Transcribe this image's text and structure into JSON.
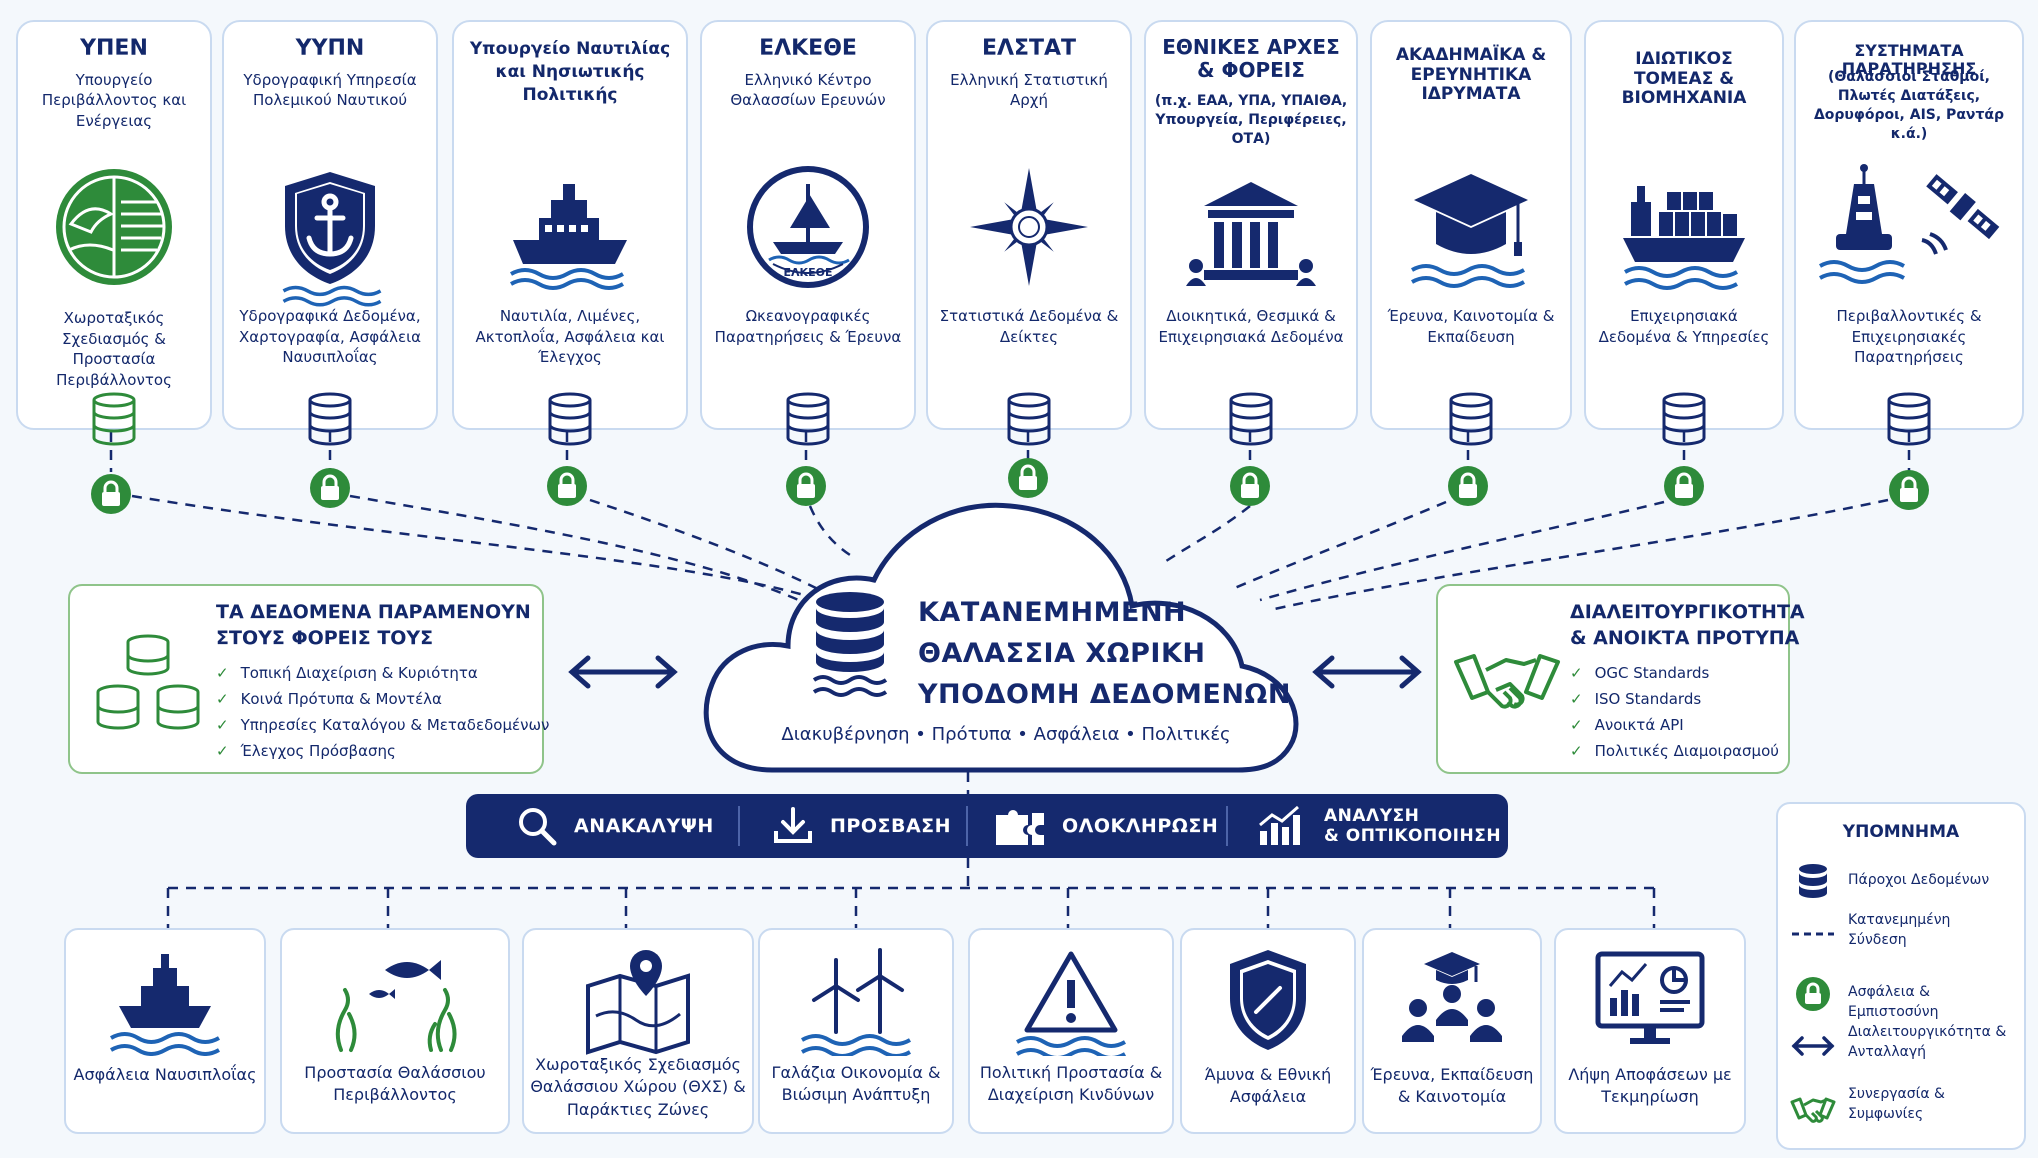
{
  "providers": [
    {
      "title": "ΥΠΕΝ",
      "subtitle": "Υπουργείο Περιβάλλοντος και Ενέργειας",
      "desc": "Χωροταξικός Σχεδιασμός & Προστασία Περιβάλλοντος",
      "icon": "green-environment-emblem-icon"
    },
    {
      "title": "ΥΥΠΝ",
      "subtitle": "Υδρογραφική Υπηρεσία Πολεμικού Ναυτικού",
      "desc": "Υδρογραφικά Δεδομένα, Χαρτογραφία, Ασφάλεια Ναυσιπλοΐας",
      "icon": "anchor-shield-icon"
    },
    {
      "title": "",
      "subtitle": "Υπουργείο Ναυτιλίας και Νησιωτικής Πολιτικής",
      "desc": "Ναυτιλία, Λιμένες, Ακτοπλοΐα, Ασφάλεια και Έλεγχος",
      "icon": "ship-icon"
    },
    {
      "title": "ΕΛΚΕΘΕ",
      "subtitle": "Ελληνικό Κέντρο Θαλασσίων Ερευνών",
      "desc": "Ωκεανογραφικές Παρατηρήσεις & Έρευνα",
      "icon": "hcmr-logo-icon"
    },
    {
      "title": "ΕΛΣΤΑΤ",
      "subtitle": "Ελληνική Στατιστική Αρχή",
      "desc": "Στατιστικά Δεδομένα & Δείκτες",
      "icon": "compass-rose-icon"
    },
    {
      "title": "ΕΘΝΙΚΕΣ ΑΡΧΕΣ & ΦΟΡΕΙΣ",
      "subtitle": "(π.χ. ΕΑΑ, ΥΠΑ, ΥΠΑΙΘΑ, Υπουργεία, Περιφέρειες, ΟΤΑ)",
      "desc": "Διοικητικά, Θεσμικά & Επιχειρησιακά Δεδομένα",
      "icon": "government-building-icon"
    },
    {
      "title": "ΑΚΑΔΗΜΑΪΚΑ & ΕΡΕΥΝΗΤΙΚΑ ΙΔΡΥΜΑΤΑ",
      "subtitle": "",
      "desc": "Έρευνα, Καινοτομία & Εκπαίδευση",
      "icon": "graduation-cap-icon"
    },
    {
      "title": "ΙΔΙΩΤΙΚΟΣ ΤΟΜΕΑΣ & ΒΙΟΜΗΧΑΝΙΑ",
      "subtitle": "",
      "desc": "Επιχειρησιακά Δεδομένα & Υπηρεσίες",
      "icon": "cargo-ship-icon"
    },
    {
      "title": "ΣΥΣΤΗΜΑΤΑ ΠΑΡΑΤΗΡΗΣΗΣ",
      "subtitle": "(Θαλάσσιοι Σταθμοί, Πλωτές Διατάξεις, Δορυφόροι, AIS, Ραντάρ κ.ά.)",
      "desc": "Περιβαλλοντικές & Επιχειρησιακές Παρατηρήσεις",
      "icon": "buoy-satellite-icon"
    }
  ],
  "center": {
    "title_line1": "ΚΑΤΑΝΕΜΗΜΕΝΗ",
    "title_line2": "ΘΑΛΑΣΣΙΑ ΧΩΡΙΚΗ",
    "title_line3": "ΥΠΟΔΟΜΗ ΔΕΔΟΜΕΝΩΝ",
    "tagline": "Διακυβέρνηση • Πρότυπα • Ασφάλεια • Πολιτικές"
  },
  "left_panel": {
    "title_line1": "ΤΑ ΔΕΔΟΜΕΝΑ ΠΑΡΑΜΕΝΟΥΝ",
    "title_line2": "ΣΤΟΥΣ ΦΟΡΕΙΣ ΤΟΥΣ",
    "items": [
      "Τοπική Διαχείριση & Κυριότητα",
      "Κοινά Πρότυπα & Μοντέλα",
      "Υπηρεσίες Καταλόγου & Μεταδεδομένων",
      "Έλεγχος Πρόσβασης"
    ]
  },
  "right_panel": {
    "title_line1": "ΔΙΑΛΕΙΤΟΥΡΓΙΚΟΤΗΤΑ",
    "title_line2": "& ΑΝΟΙΚΤΑ ΠΡΟΤΥΠΑ",
    "items": [
      "OGC Standards",
      "ISO Standards",
      "Ανοικτά API",
      "Πολιτικές Διαμοιρασμού"
    ]
  },
  "services_bar": [
    {
      "label": "ΑΝΑΚΑΛΥΨΗ",
      "icon": "search-icon"
    },
    {
      "label": "ΠΡΟΣΒΑΣΗ",
      "icon": "download-icon"
    },
    {
      "label": "ΟΛΟΚΛΗΡΩΣΗ",
      "icon": "puzzle-icon"
    },
    {
      "label_line1": "ΑΝΑΛΥΣΗ",
      "label_line2": "& ΟΠΤΙΚΟΠΟΙΗΣΗ",
      "icon": "bar-chart-icon"
    }
  ],
  "applications": [
    {
      "label": "Ασφάλεια Ναυσιπλοΐας",
      "icon": "ship-icon"
    },
    {
      "label": "Προστασία Θαλάσσιου Περιβάλλοντος",
      "icon": "fish-seaweed-icon"
    },
    {
      "label": "Χωροταξικός Σχεδιασμός Θαλάσσιου Χώρου (ΘΧΣ) & Παράκτιες Ζώνες",
      "icon": "map-pin-icon"
    },
    {
      "label": "Γαλάζια Οικονομία & Βιώσιμη Ανάπτυξη",
      "icon": "wind-turbine-icon"
    },
    {
      "label": "Πολιτική Προστασία & Διαχείριση Κινδύνων",
      "icon": "warning-icon"
    },
    {
      "label": "Άμυνα & Εθνική Ασφάλεια",
      "icon": "shield-icon"
    },
    {
      "label": "Έρευνα, Εκπαίδευση & Καινοτομία",
      "icon": "people-graduation-icon"
    },
    {
      "label": "Λήψη Αποφάσεων με Τεκμηρίωση",
      "icon": "dashboard-monitor-icon"
    }
  ],
  "legend": {
    "title": "ΥΠΟΜΝΗΜΑ",
    "items": [
      {
        "label": "Πάροχοι Δεδομένων",
        "icon": "database-icon"
      },
      {
        "label": "Κατανεμημένη Σύνδεση",
        "icon": "dashed-line-icon"
      },
      {
        "label": "Ασφάλεια & Εμπιστοσύνη",
        "icon": "lock-icon"
      },
      {
        "label": "Διαλειτουργικότητα & Ανταλλαγή",
        "icon": "double-arrow-icon"
      },
      {
        "label": "Συνεργασία & Συμφωνίες",
        "icon": "handshake-icon"
      }
    ]
  },
  "colors": {
    "navy": "#15296e",
    "green": "#2e8b3a",
    "border": "#c9daf0",
    "background": "#f4f8fc"
  }
}
